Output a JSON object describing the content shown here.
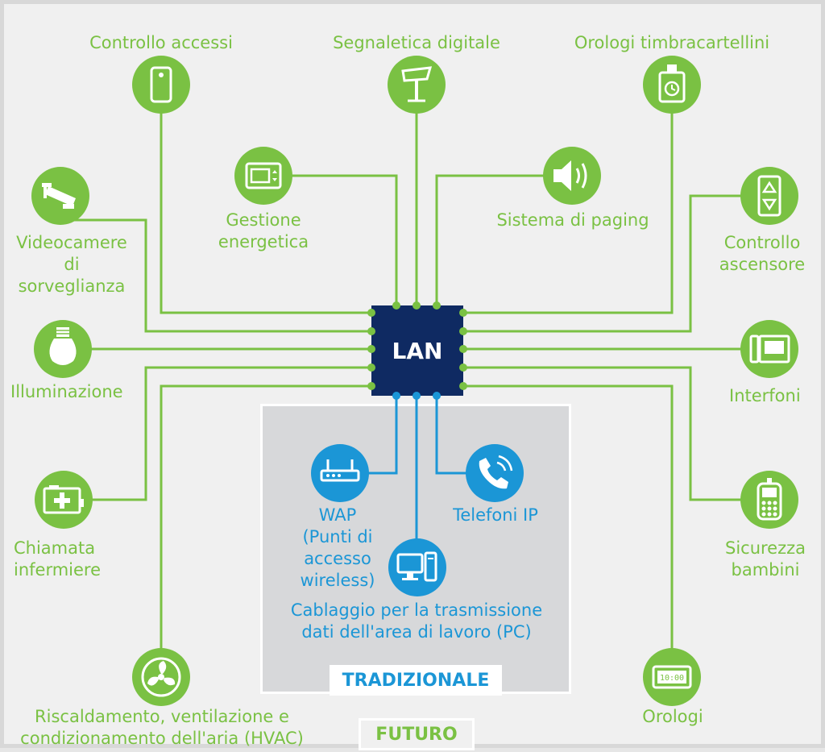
{
  "center": {
    "label": "LAN"
  },
  "colors": {
    "green": "#7ac143",
    "blue": "#1b96d6",
    "navy": "#0f2a62",
    "panel": "#d7d8da"
  },
  "sections": {
    "traditional": "TRADIZIONALE",
    "future": "FUTURO"
  },
  "future_systems": [
    {
      "icon": "card-reader-icon",
      "label": "Controllo accessi"
    },
    {
      "icon": "kiosk-icon",
      "label": "Segnaletica digitale"
    },
    {
      "icon": "time-clock-icon",
      "label": "Orologi timbracartellini"
    },
    {
      "icon": "thermostat-icon",
      "label": "Gestione\nenergetica"
    },
    {
      "icon": "speaker-icon",
      "label": "Sistema di paging"
    },
    {
      "icon": "security-camera-icon",
      "label": "Videocamere\ndi\nsorveglianza"
    },
    {
      "icon": "elevator-icon",
      "label": "Controllo\nascensore"
    },
    {
      "icon": "light-bulb-icon",
      "label": "Illuminazione"
    },
    {
      "icon": "intercom-icon",
      "label": "Interfoni"
    },
    {
      "icon": "nurse-call-icon",
      "label": "Chiamata\ninfermiere"
    },
    {
      "icon": "child-tracker-icon",
      "label": "Sicurezza\nbambini"
    },
    {
      "icon": "fan-icon",
      "label": "Riscaldamento, ventilazione e\ncondizionamento dell'aria (HVAC)"
    },
    {
      "icon": "digital-clock-icon",
      "label": "Orologi"
    }
  ],
  "traditional_systems": [
    {
      "icon": "router-icon",
      "label": "WAP\n(Punti di\naccesso\nwireless)"
    },
    {
      "icon": "desktop-pc-icon",
      "label": "Cablaggio per la trasmissione\ndati dell'area di lavoro (PC)"
    },
    {
      "icon": "phone-icon",
      "label": "Telefoni IP"
    }
  ]
}
